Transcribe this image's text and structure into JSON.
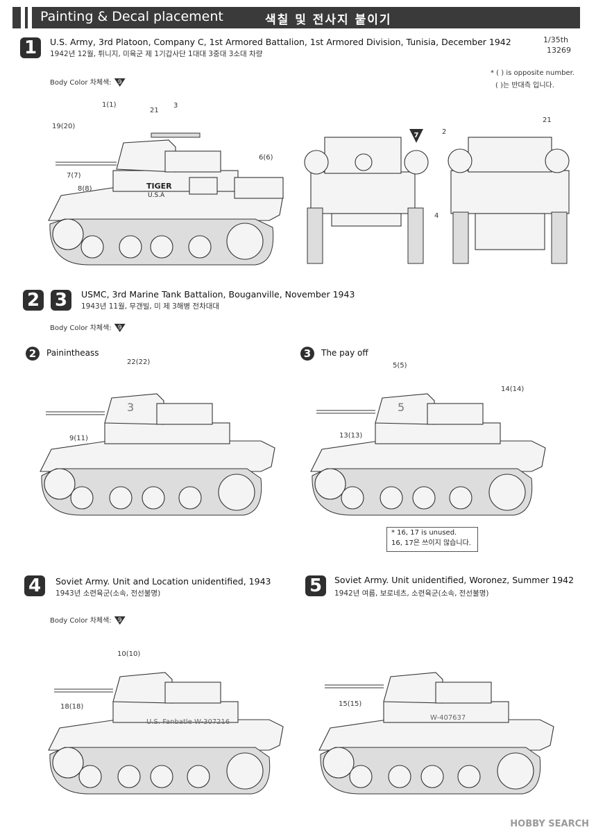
{
  "header": {
    "title_en": "Painting & Decal placement",
    "title_ko": "색칠 및 전사지 붙이기"
  },
  "scale": "1/35th",
  "kit_number": "13269",
  "note_opposite": {
    "line1": "* (   ) is opposite number.",
    "line2": "(   )는 반대측 입니다."
  },
  "body_color": {
    "label": "Body Color 차체색:",
    "code": "9"
  },
  "scheme1": {
    "number": "1",
    "title": "U.S. Army, 3rd Platoon, Company C, 1st Armored Battalion, 1st Armored Division, Tunisia, December 1942",
    "subtitle": "1942년 12월, 튀니지, 미육군 제 1기갑사단 1대대 3중대 3소대 차량",
    "callouts": {
      "c1": "1(1)",
      "c21": "21",
      "c3": "3",
      "c19": "19(20)",
      "c6": "6(6)",
      "c7": "7(7)",
      "c8": "8(8)",
      "c7b": "7",
      "c2": "2",
      "c4": "4",
      "c21b": "21"
    },
    "tank_text": {
      "name": "TIGER",
      "country": "U.S.A"
    }
  },
  "scheme23": {
    "numbers": [
      "2",
      "3"
    ],
    "title": "USMC, 3rd Marine Tank Battalion, Bouganville, November 1943",
    "subtitle": "1943년 11월, 무갠빌, 미 제 3해병 전차대대"
  },
  "scheme2": {
    "number": "2",
    "name": "Painintheass",
    "callouts": {
      "c22": "22(22)",
      "c9": "9(11)"
    },
    "turret_num": "3"
  },
  "scheme3": {
    "number": "3",
    "name": "The pay off",
    "callouts": {
      "c5": "5(5)",
      "c14": "14(14)",
      "c13": "13(13)"
    },
    "turret_num": "5"
  },
  "unused": {
    "line1": "* 16, 17 is unused.",
    "line2": "16, 17은 쓰이지 않습니다."
  },
  "scheme4": {
    "number": "4",
    "title": "Soviet Army. Unit and Location unidentified, 1943",
    "subtitle": "1943년 소련육군(소속, 전선불명)",
    "callouts": {
      "c10": "10(10)",
      "c18": "18(18)"
    },
    "hull_text": "U.S. Fanbatle W-307216"
  },
  "scheme5": {
    "number": "5",
    "title": "Soviet Army. Unit unidentified, Woronez, Summer 1942",
    "subtitle": "1942년 여름, 보로네츠, 소련육군(소속, 전선불명)",
    "callouts": {
      "c15": "15(15)"
    },
    "hull_text": "W-407637"
  },
  "watermark": "HOBBY SEARCH"
}
